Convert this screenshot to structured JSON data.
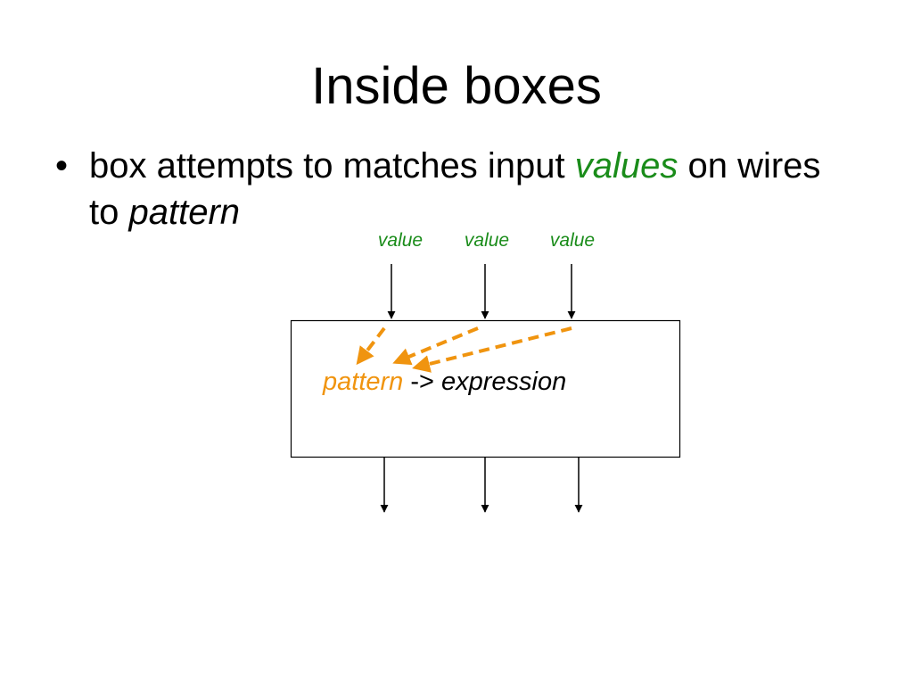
{
  "title": "Inside boxes",
  "bullet": {
    "marker": "•",
    "part1": "box attempts to matches input ",
    "values_word": "values",
    "part2": " on wires to ",
    "pattern_word": "pattern"
  },
  "diagram": {
    "input_labels": [
      "value",
      "value",
      "value"
    ],
    "box_pattern": "pattern",
    "box_arrow": " -> ",
    "box_expression": "expression"
  },
  "colors": {
    "value_green": "#1a8c1a",
    "pattern_orange": "#f0940f",
    "line": "#000000"
  }
}
